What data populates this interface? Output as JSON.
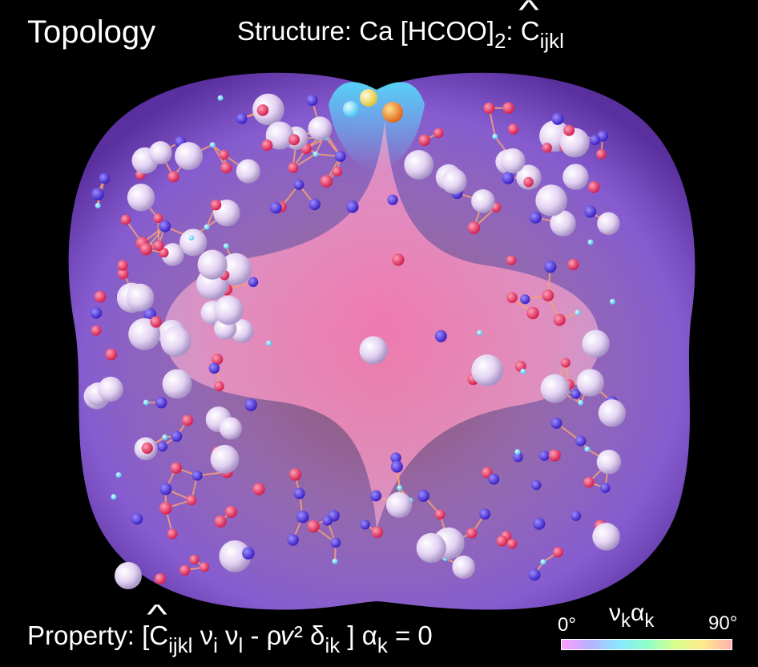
{
  "title": "Topology",
  "structure": {
    "label": "Structure:",
    "formula_main": "Ca [HCOO]",
    "formula_sub": "2",
    "colon": ":",
    "tensor": "C",
    "tensor_sub": "ijkl"
  },
  "property": {
    "label": "Property:",
    "open": "[",
    "tensor": "C",
    "tensor_sub": "ijkl",
    "nu1": "ν",
    "nu1_sub": "i",
    "nu2": "ν",
    "nu2_sub": "l",
    "middle": " - ρ𝑣² δ",
    "delta_sub": "ik",
    "close": "] α",
    "alpha_sub": "k",
    "tail": " = 0"
  },
  "legend": {
    "nu": "ν",
    "nu_sub": "k",
    "alpha": "α",
    "alpha_sub": "k",
    "min": "0°",
    "max": "90°",
    "gradient": [
      "#ff9cff",
      "#b7b2ff",
      "#8ce6ff",
      "#8cffc8",
      "#d7ff8c",
      "#ffe98c",
      "#ffb0b0"
    ]
  },
  "colors": {
    "background": "#000000",
    "outer_surface": "#a47cf0",
    "inner_surface": "#ff8fc4",
    "atom_large": "#e7d6f4",
    "atom_red": "#ef3f72",
    "atom_blue": "#5d42e8",
    "atom_cyan": "#7fe3ff",
    "bond": "#f7a174"
  }
}
